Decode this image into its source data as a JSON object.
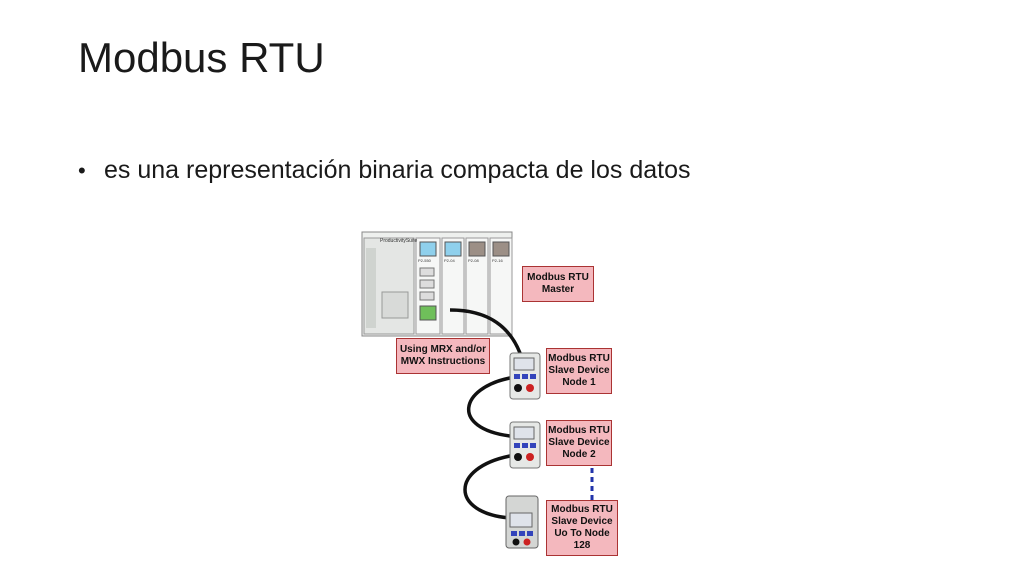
{
  "slide": {
    "title": "Modbus RTU",
    "bullets": [
      "es una representación binaria compacta de los datos"
    ]
  },
  "diagram": {
    "plc_brand": "ProductivitySuite",
    "module_labels": [
      "P2-550",
      "P2-04",
      "P2-08",
      "P2-16"
    ],
    "master": [
      "Modbus RTU",
      "Master"
    ],
    "instructions": [
      "Using MRX and/or",
      "MWX Instructions"
    ],
    "node1": [
      "Modbus RTU",
      "Slave Device",
      "Node 1"
    ],
    "node2": [
      "Modbus RTU",
      "Slave Device",
      "Node 2"
    ],
    "node3": [
      "Modbus RTU",
      "Slave Device",
      "Uo To Node",
      "128"
    ]
  },
  "colors": {
    "callout_fill": "#f4b8be",
    "callout_border": "#aa3333",
    "cable": "#111111",
    "dashed_line": "#2233aa"
  }
}
